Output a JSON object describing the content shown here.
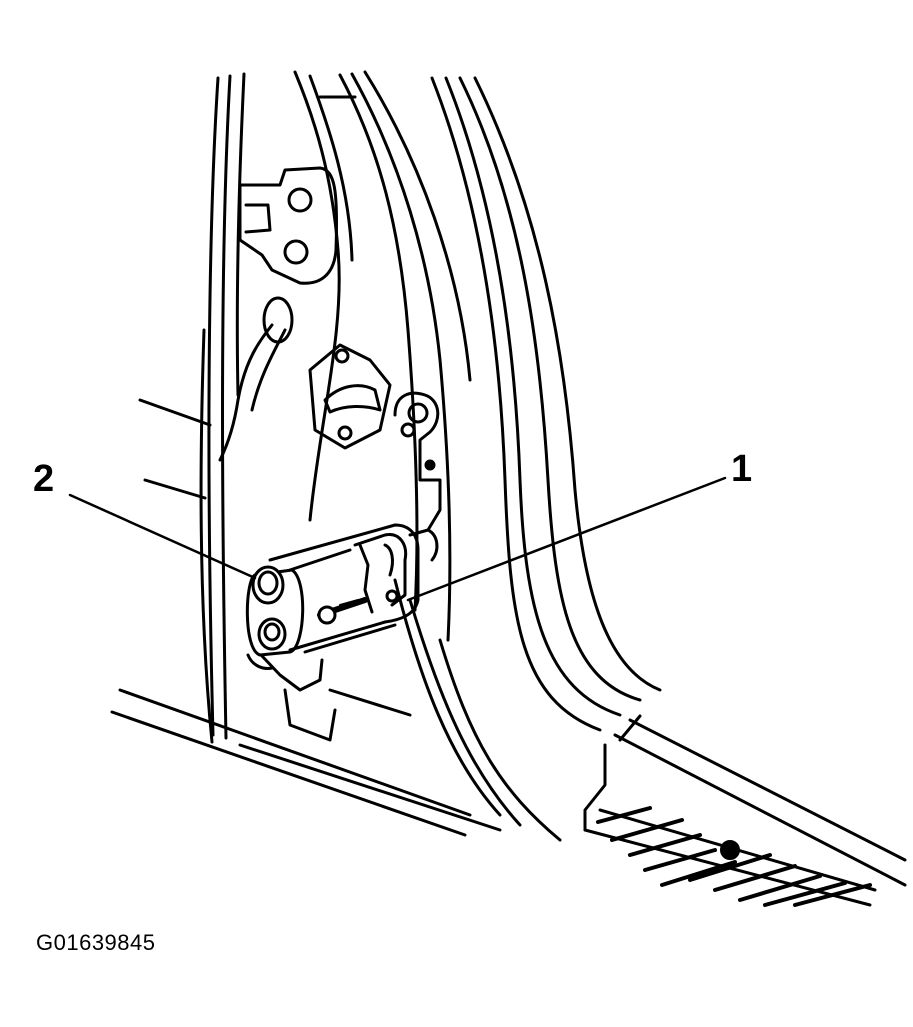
{
  "callouts": {
    "one": "1",
    "two": "2"
  },
  "figure_id": "G01639845",
  "colors": {
    "ink": "#000000",
    "paper": "#ffffff"
  }
}
